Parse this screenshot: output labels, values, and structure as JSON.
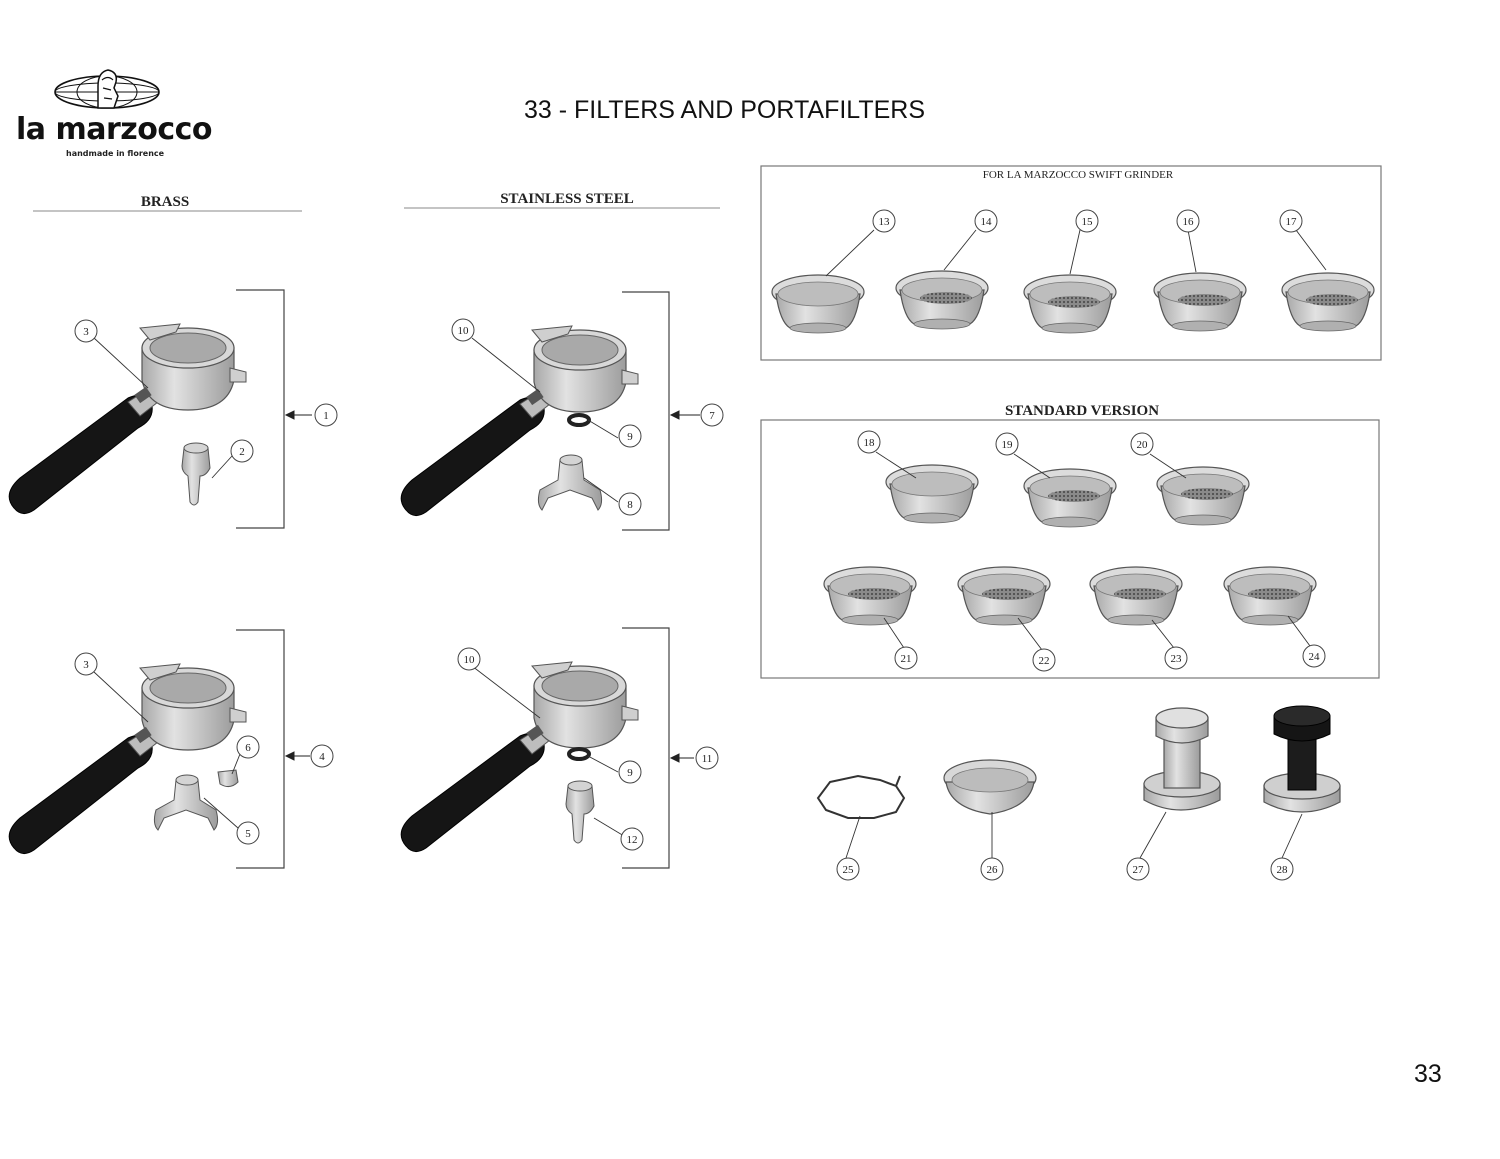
{
  "brand": {
    "name": "la marzocco",
    "tagline": "handmade in florence"
  },
  "page": {
    "title": "33 - FILTERS AND PORTAFILTERS",
    "number": "33"
  },
  "sections": {
    "brass": "BRASS",
    "stainless": "STAINLESS STEEL",
    "swift": "FOR LA MARZOCCO SWIFT GRINDER",
    "standard": "STANDARD VERSION"
  },
  "callouts": {
    "c1": "1",
    "c2": "2",
    "c3a": "3",
    "c3b": "3",
    "c4": "4",
    "c5": "5",
    "c6": "6",
    "c7": "7",
    "c8": "8",
    "c9a": "9",
    "c9b": "9",
    "c10a": "10",
    "c10b": "10",
    "c11": "11",
    "c12": "12",
    "c13": "13",
    "c14": "14",
    "c15": "15",
    "c16": "16",
    "c17": "17",
    "c18": "18",
    "c19": "19",
    "c20": "20",
    "c21": "21",
    "c22": "22",
    "c23": "23",
    "c24": "24",
    "c25": "25",
    "c26": "26",
    "c27": "27",
    "c28": "28"
  },
  "colors": {
    "metal": "#c8c8c8",
    "metal_dark": "#9a9a9a",
    "handle": "#1a1a1a",
    "mesh": "#6e6e6e"
  }
}
